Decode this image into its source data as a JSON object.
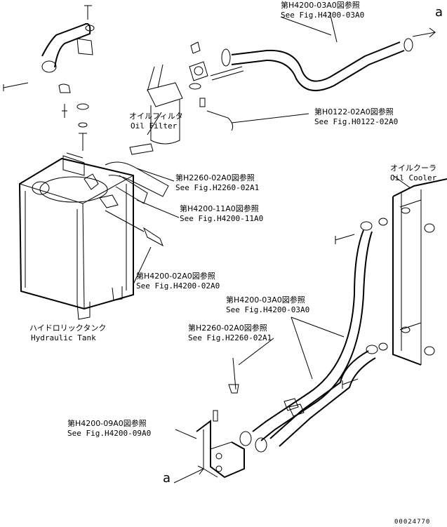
{
  "refs": {
    "top_fig": {
      "jp": "第H4200-03A0図参照",
      "en": "See Fig.H4200-03A0"
    },
    "fig_h0122": {
      "jp": "第H0122-02A0図参照",
      "en": "See Fig.H0122-02A0"
    },
    "fig_h2260_a": {
      "jp": "第H2260-02A0図参照",
      "en": "See Fig.H2260-02A1"
    },
    "fig_h4200_11": {
      "jp": "第H4200-11A0図参照",
      "en": "See Fig.H4200-11A0"
    },
    "fig_h4200_02": {
      "jp": "第H4200-02A0図参照",
      "en": "See Fig.H4200-02A0"
    },
    "fig_h4200_03b": {
      "jp": "第H4200-03A0図参照",
      "en": "See Fig.H4200-03A0"
    },
    "fig_h2260_b": {
      "jp": "第H2260-02A0図参照",
      "en": "See Fig.H2260-02A1"
    },
    "fig_h4200_09": {
      "jp": "第H4200-09A0図参照",
      "en": "See Fig.H4200-09A0"
    }
  },
  "components": {
    "oil_filter": {
      "jp": "オイルフィルタ",
      "en": "Oil Filter"
    },
    "oil_cooler": {
      "jp": "オイルクーラ",
      "en": "Oil Cooler"
    },
    "hydraulic_tank": {
      "jp": "ハイドロリックタンク",
      "en": "Hydraulic Tank"
    }
  },
  "connector_marks": {
    "top": "a",
    "bottom": "a"
  },
  "drawing_number": "00024770"
}
